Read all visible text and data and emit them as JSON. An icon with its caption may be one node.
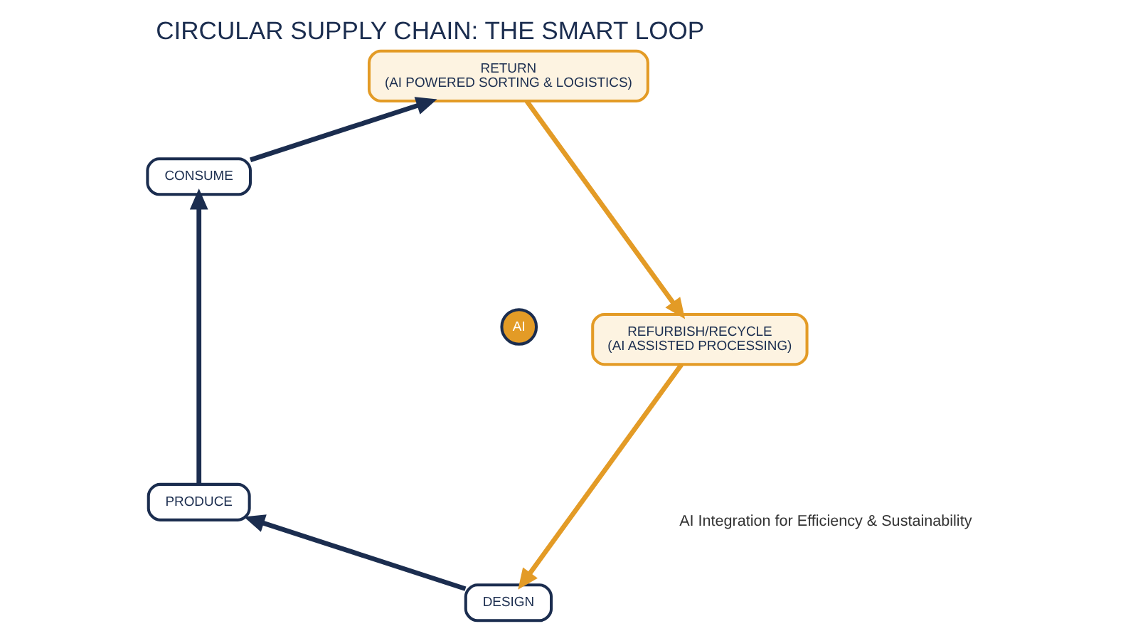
{
  "diagram": {
    "title": "CIRCULAR SUPPLY CHAIN: THE SMART LOOP",
    "nodes": [
      {
        "text": [
          "DESIGN"
        ]
      },
      {
        "text": [
          "PRODUCE"
        ]
      },
      {
        "text": [
          "CONSUME"
        ]
      },
      {
        "text": [
          "RETURN",
          "(AI POWERED SORTING & LOGISTICS)"
        ]
      },
      {
        "text": [
          "REFURBISH/RECYCLE",
          "(AI ASSISTED PROCESSING)"
        ]
      }
    ],
    "edges": [
      {
        "from": 0,
        "to": 1,
        "arrow": "to"
      },
      {
        "from": 1,
        "to": 2,
        "arrow": "to"
      },
      {
        "from": 2,
        "to": 3,
        "arrow": "to"
      },
      {
        "from": 3,
        "to": 4,
        "arrow": "to",
        "color": "#e39b26"
      },
      {
        "from": 4,
        "to": 0,
        "arrow": "to",
        "color": "#e39b26"
      }
    ],
    "labels": [
      "AI Integration for Efficiency & Sustainability",
      "AI"
    ]
  }
}
